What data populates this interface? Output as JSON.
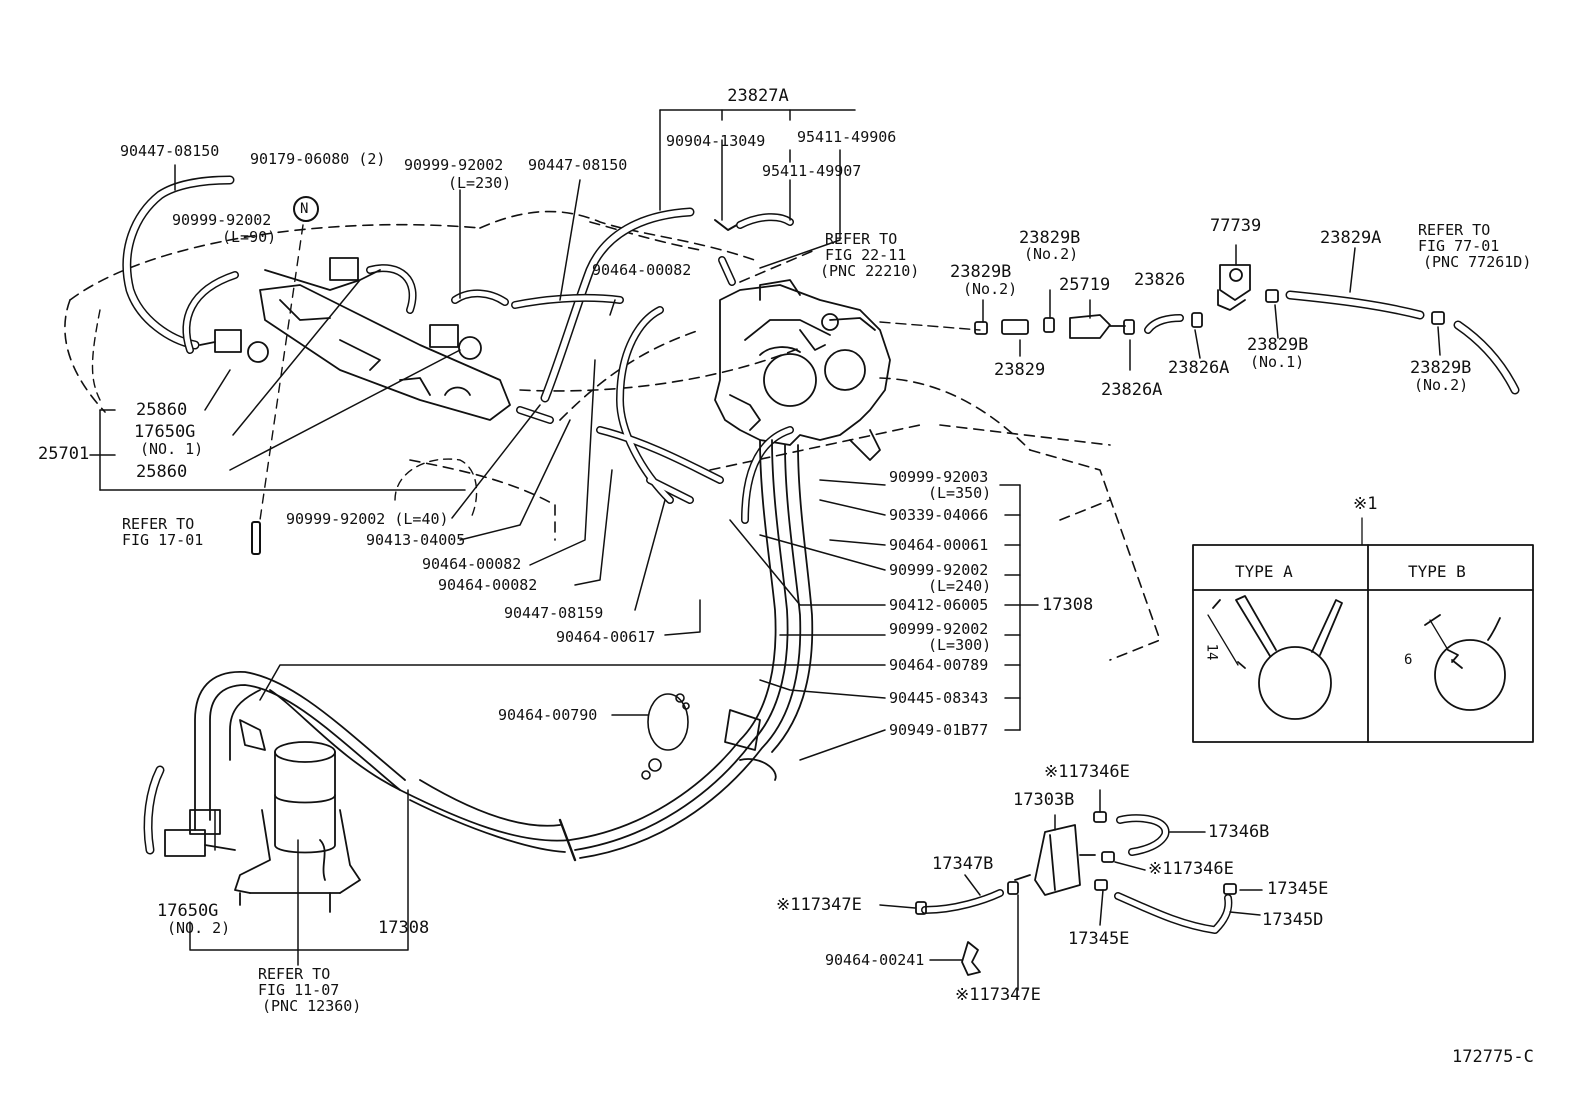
{
  "parts": {
    "p23827A": "23827A",
    "p90904_13049": "90904-13049",
    "p95411_49906": "95411-49906",
    "p95411_49907": "95411-49907",
    "p90447_08150_a": "90447-08150",
    "p90179_06080": "90179-06080 (2)",
    "p90999_92002_L230": "90999-92002",
    "p90999_92002_L230_len": "(L=230)",
    "p90447_08150_b": "90447-08150",
    "p90999_92002_L90": "90999-92002",
    "p90999_92002_L90_len": "(L=90)",
    "p90464_00082_top": "90464-00082",
    "p23829B_a": "23829B",
    "p23829B_a_no": "(No.2)",
    "p23829B_b": "23829B",
    "p23829B_b_no": "(No.2)",
    "p25719": "25719",
    "p23826": "23826",
    "p77739": "77739",
    "p23829A": "23829A",
    "p23829": "23829",
    "p23826A_a": "23826A",
    "p23826A_b": "23826A",
    "p23829B_c": "23829B",
    "p23829B_c_no": "(No.1)",
    "p23829B_d": "23829B",
    "p23829B_d_no": "(No.2)",
    "p25860_a": "25860",
    "p17650G_1": "17650G",
    "p17650G_1_no": "(NO. 1)",
    "p25701": "25701",
    "p25860_b": "25860",
    "p90999_92002_L40": "90999-92002 (L=40)",
    "p90413_04005": "90413-04005",
    "p90464_00082_a": "90464-00082",
    "p90464_00082_b": "90464-00082",
    "p90447_08159": "90447-08159",
    "p90464_00617": "90464-00617",
    "p90999_92003": "90999-92003",
    "p90999_92003_len": "(L=350)",
    "p90339_04066": "90339-04066",
    "p90464_00061": "90464-00061",
    "p90999_92002_L240": "90999-92002",
    "p90999_92002_L240_len": "(L=240)",
    "p90412_06005": "90412-06005",
    "p17308_a": "17308",
    "p90999_92002_L300": "90999-92002",
    "p90999_92002_L300_len": "(L=300)",
    "p90464_00789": "90464-00789",
    "p90445_08343": "90445-08343",
    "p90949_01B77": "90949-01B77",
    "p90464_00790": "90464-00790",
    "p117346E_a": "※117346E",
    "p17303B": "17303B",
    "p17346B": "17346B",
    "p117346E_b": "※117346E",
    "p17347B": "17347B",
    "p17345E_a": "17345E",
    "p117347E_a": "※117347E",
    "p17345D": "17345D",
    "p17345E_b": "17345E",
    "p90464_00241": "90464-00241",
    "p117347E_b": "※117347E",
    "p17650G_2": "17650G",
    "p17650G_2_no": "(NO. 2)",
    "p17308_b": "17308"
  },
  "refs": {
    "fig22_l1": "REFER TO",
    "fig22_l2": "FIG 22-11",
    "fig22_l3": "(PNC 22210)",
    "fig77_l1": "REFER TO",
    "fig77_l2": "FIG 77-01",
    "fig77_l3": "(PNC 77261D)",
    "fig17_l1": "REFER TO",
    "fig17_l2": "FIG 17-01",
    "fig11_l1": "REFER TO",
    "fig11_l2": "FIG 11-07",
    "fig11_l3": "(PNC 12360)"
  },
  "inset": {
    "marker": "※1",
    "type_a": "TYPE A",
    "type_b": "TYPE B",
    "dim_a": "14",
    "dim_b": "6"
  },
  "symbol_n": "N",
  "figure_id": "172775-C"
}
